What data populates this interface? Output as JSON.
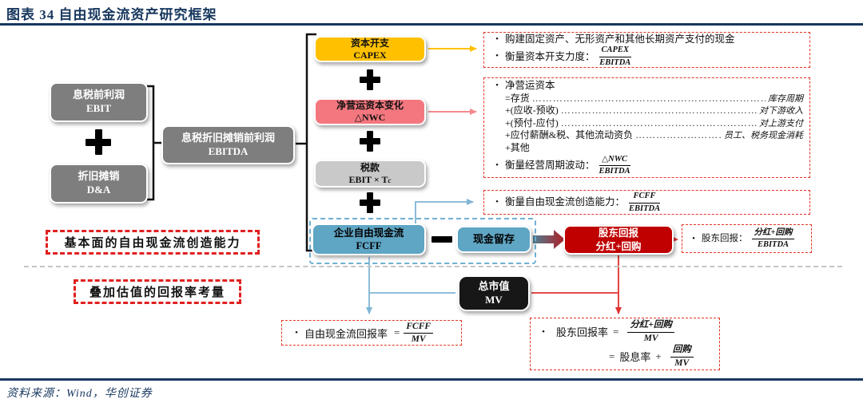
{
  "title": "图表 34  自由现金流资产研究框架",
  "source": "资料来源：Wind，华创证券",
  "colors": {
    "navy": "#17375E",
    "box_gray": "#7E7E7E",
    "box_gray_light": "#C9C9C9",
    "box_yellow": "#FFC000",
    "box_pink": "#F4777F",
    "box_blue": "#5FA5C4",
    "box_red": "#C00000",
    "box_black": "#171717",
    "dash_red": "#E63323",
    "dash_blue": "#6FAFD4",
    "dash_gray": "#C4C4C4",
    "line_yellow": "#FFC000",
    "line_pink": "#F48A8D",
    "line_blue": "#7FB4D6",
    "line_red": "#E03030"
  },
  "nodes": {
    "ebit": {
      "line1": "息税前利润",
      "line2": "EBIT"
    },
    "da": {
      "line1": "折旧摊销",
      "line2": "D&A"
    },
    "ebitda": {
      "line1": "息税折旧摊销前利润",
      "line2": "EBITDA"
    },
    "capex": {
      "line1": "资本开支",
      "line2": "CAPEX"
    },
    "nwc": {
      "line1": "净营运资本变化",
      "line2": "△NWC"
    },
    "tax": {
      "line1": "税款",
      "line2_main": "EBIT × T",
      "line2_sub": "c"
    },
    "fcff": {
      "line1": "企业自由现金流",
      "line2": "FCFF"
    },
    "cash_retained": {
      "label": "现金留存"
    },
    "shareholder": {
      "line1": "股东回报",
      "line2": "分红+回购"
    },
    "market_value": {
      "line1": "总市值",
      "line2": "MV"
    }
  },
  "section_labels": {
    "fundamental": "基本面的自由现金流创造能力",
    "valuation": "叠加估值的回报率考量"
  },
  "bullet_char": "•",
  "notes": {
    "capex": {
      "bullet1": "购建固定资产、无形资产和其他长期资产支付的现金",
      "bullet2_label": "衡量资本开支力度：",
      "frac": {
        "num": "CAPEX",
        "den": "EBITDA"
      }
    },
    "nwc": {
      "bullet1": "净营运资本",
      "rows": [
        {
          "left": "=存货",
          "dots": "……………………………………………………………………",
          "right": "库存周期"
        },
        {
          "left": "+(应收-预收)",
          "dots": "……………………………………………………………………",
          "right": "对下游收入"
        },
        {
          "left": "+(预付-应付)",
          "dots": "……………………………………………………………………",
          "right": "对上游支付"
        },
        {
          "left": "+应付薪酬&税、其他流动资负",
          "dots": "……………………………………",
          "right": "员工、税务现金消耗"
        },
        {
          "left": "+其他",
          "dots": "",
          "right": ""
        }
      ],
      "bullet2_label": "衡量经营周期波动：",
      "frac": {
        "num": "△NWC",
        "den": "EBITDA"
      }
    },
    "fcff": {
      "label": "衡量自由现金流创造能力：",
      "frac": {
        "num": "FCFF",
        "den": "EBITDA"
      }
    },
    "shareholder": {
      "label": "股东回报：",
      "frac": {
        "num": "分红+回购",
        "den": "EBITDA"
      }
    }
  },
  "formulas": {
    "fcf_return": {
      "label": "自由现金流回报率",
      "eq": "=",
      "frac": {
        "num": "FCFF",
        "den": "MV"
      }
    },
    "shr_return": {
      "label": "股东回报率",
      "eq": "=",
      "frac1": {
        "num": "分红+回购",
        "den": "MV"
      },
      "eq2": "=",
      "term": "股息率",
      "plus": "+",
      "frac2": {
        "num": "回购",
        "den": "MV"
      }
    }
  }
}
